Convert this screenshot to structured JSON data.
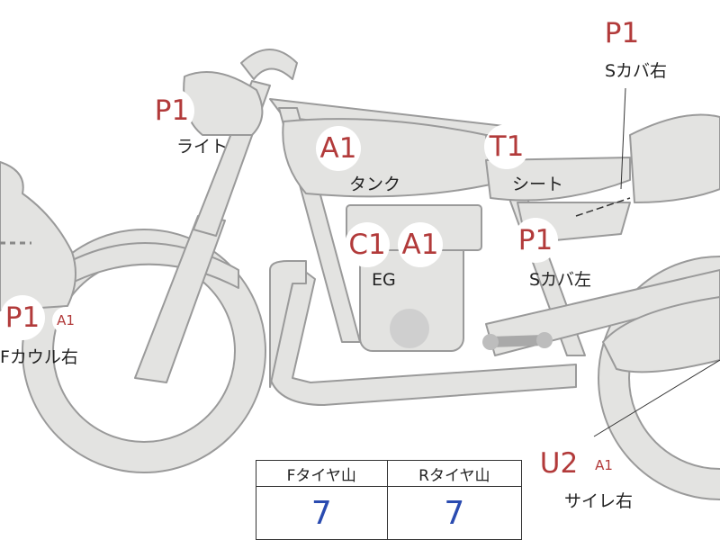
{
  "colors": {
    "body_fill": "#e3e3e1",
    "body_stroke": "#9a9a9a",
    "code_red": "#b23a3a",
    "value_blue": "#2a4bb0",
    "ring": "#d0d0d0"
  },
  "parts": {
    "light": {
      "code": "P1",
      "name": "ライト"
    },
    "tank": {
      "code": "A1",
      "name": "タンク"
    },
    "seat": {
      "code": "T1",
      "name": "シート"
    },
    "side_cover_right": {
      "code": "P1",
      "name": "Sカバ右"
    },
    "side_cover_left": {
      "code": "P1",
      "name": "Sカバ左"
    },
    "engine": {
      "codes": [
        "C1",
        "A1"
      ],
      "name": "EG"
    },
    "front_cowl_right": {
      "code": "P1",
      "sub": "A1",
      "name": "Fカウル右"
    },
    "muffler_right": {
      "code": "U2",
      "sub": "A1",
      "name": "サイレ右"
    }
  },
  "tire_table": {
    "headers": [
      "Fタイヤ山",
      "Rタイヤ山"
    ],
    "values": [
      "7",
      "7"
    ]
  }
}
